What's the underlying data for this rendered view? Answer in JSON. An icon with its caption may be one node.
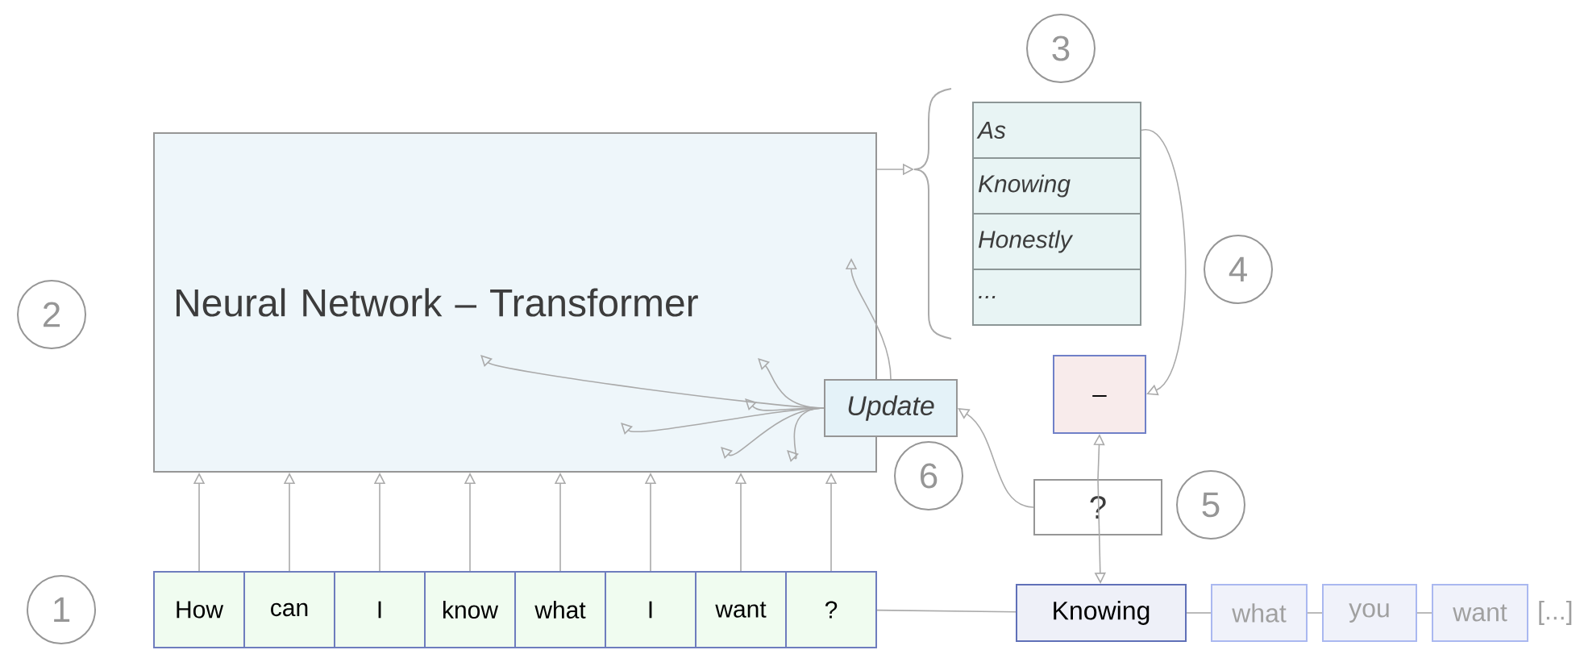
{
  "diagram": {
    "nodes": [
      {
        "text": [
          "Neural Network – Transformer"
        ]
      },
      {
        "text": [
          "How"
        ]
      },
      {
        "text": [
          "can"
        ]
      },
      {
        "text": [
          "I"
        ]
      },
      {
        "text": [
          "know"
        ]
      },
      {
        "text": [
          "what"
        ]
      },
      {
        "text": [
          "I"
        ]
      },
      {
        "text": [
          "want"
        ]
      },
      {
        "text": [
          "?"
        ]
      },
      {
        "text": [
          "Update"
        ]
      },
      {
        "text": [
          "As"
        ]
      },
      {
        "text": [
          "Knowing"
        ]
      },
      {
        "text": [
          "Honestly"
        ]
      },
      {
        "text": [
          "..."
        ]
      },
      {
        "text": [
          "_"
        ]
      },
      {
        "text": [
          "?"
        ]
      },
      {
        "text": [
          "Knowing"
        ]
      },
      {
        "text": [
          "what"
        ]
      },
      {
        "text": [
          "you"
        ]
      },
      {
        "text": [
          "want"
        ],
        "beside": [
          "[...]"
        ]
      },
      {
        "text": [],
        "shape": "brace"
      }
    ],
    "edges": [
      {
        "from": 1,
        "to": 0,
        "arrow": "to"
      },
      {
        "from": 2,
        "to": 0,
        "arrow": "to"
      },
      {
        "from": 3,
        "to": 0,
        "arrow": "to"
      },
      {
        "from": 4,
        "to": 0,
        "arrow": "to"
      },
      {
        "from": 5,
        "to": 0,
        "arrow": "to"
      },
      {
        "from": 6,
        "to": 0,
        "arrow": "to"
      },
      {
        "from": 7,
        "to": 0,
        "arrow": "to"
      },
      {
        "from": 8,
        "to": 0,
        "arrow": "to"
      },
      {
        "from": 0,
        "to": 20,
        "arrow": "to"
      },
      {
        "from": 10,
        "to": 14,
        "arrow": "to"
      },
      {
        "from": 15,
        "to": 14,
        "arrow": "to"
      },
      {
        "from": 15,
        "to": 16,
        "arrow": "to"
      },
      {
        "from": 15,
        "to": 9,
        "arrow": "to"
      },
      {
        "from": 9,
        "to": 0,
        "arrow": "to"
      },
      {
        "from": 9,
        "to": 0,
        "arrow": "to"
      },
      {
        "from": 9,
        "to": 0,
        "arrow": "to"
      },
      {
        "from": 9,
        "to": 0,
        "arrow": "to"
      },
      {
        "from": 9,
        "to": 0,
        "arrow": "to"
      },
      {
        "from": 9,
        "to": 0,
        "arrow": "to"
      },
      {
        "from": 9,
        "to": 0,
        "arrow": "to"
      },
      {
        "from": 8,
        "to": 16,
        "arrow": "none"
      },
      {
        "from": 16,
        "to": 17,
        "arrow": "none"
      },
      {
        "from": 17,
        "to": 18,
        "arrow": "none"
      },
      {
        "from": 18,
        "to": 19,
        "arrow": "none"
      }
    ],
    "labels": [
      "1",
      "2",
      "3",
      "4",
      "5",
      "6"
    ]
  }
}
